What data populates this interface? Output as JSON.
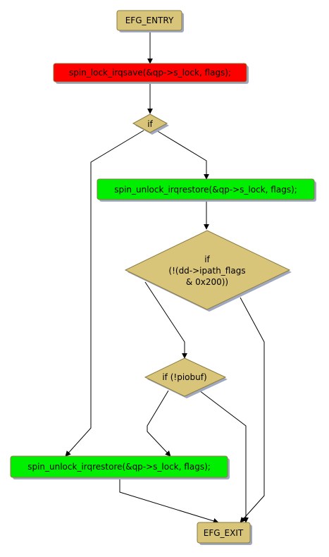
{
  "colors": {
    "entry_exit_fill": "#d9c57a",
    "lock_fill": "#ff0000",
    "unlock_fill": "#00ee00",
    "decision_fill": "#d9c57a",
    "border": "#8a7a40",
    "shadow": "#a0a8c0",
    "edge": "#000000"
  },
  "nodes": {
    "entry": "EFG_ENTRY",
    "lock": "spin_lock_irqsave(&qp->s_lock, flags);",
    "if1": "if",
    "unlock1": "spin_unlock_irqrestore(&qp->s_lock, flags);",
    "if2": [
      "if",
      "(!(dd->ipath_flags",
      "& 0x200))"
    ],
    "if3": "if (!piobuf)",
    "unlock2": "spin_unlock_irqrestore(&qp->s_lock, flags);",
    "exit": "EFG_EXIT"
  }
}
